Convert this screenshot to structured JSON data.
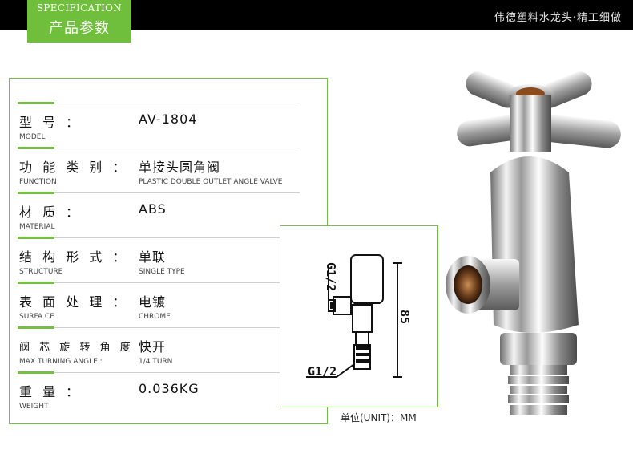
{
  "header": {
    "section_en": "SPECIFICATION",
    "section_cn": "产品参数",
    "tagline": "伟德塑料水龙头·精工细做"
  },
  "specs": [
    {
      "label_cn": "型 号 ：",
      "label_en": "MODEL",
      "value": "AV-1804",
      "value_en": ""
    },
    {
      "label_cn": "功 能 类 别 ：",
      "label_en": "FUNCTION",
      "value": "单接头圆角阀",
      "value_en": "PLASTIC DOUBLE OUTLET ANGLE VALVE"
    },
    {
      "label_cn": "材 质 ：",
      "label_en": "MATERIAL",
      "value": "ABS",
      "value_en": ""
    },
    {
      "label_cn": "结 构 形 式 ：",
      "label_en": "STRUCTURE",
      "value": "单联",
      "value_en": "SINGLE TYPE"
    },
    {
      "label_cn": "表 面 处 理 ：",
      "label_en": "SURFA CE",
      "value": "电镀",
      "value_en": "CHROME"
    },
    {
      "label_cn": "阀 芯 旋 转 角 度 ：",
      "label_en": "MAX TURNING ANGLE :",
      "value": "快开",
      "value_en": "1/4 TURN"
    },
    {
      "label_cn": "重 量 ：",
      "label_en": "WEIGHT",
      "value": "0.036KG",
      "value_en": ""
    }
  ],
  "diagram": {
    "top_thread": "G1/2",
    "height_dim": "85",
    "bottom_thread": "G1/2"
  },
  "unit_note": "单位(UNIT)：MM",
  "colors": {
    "accent": "#74c044",
    "tab": "#6fbe3c",
    "bar": "#000000"
  }
}
